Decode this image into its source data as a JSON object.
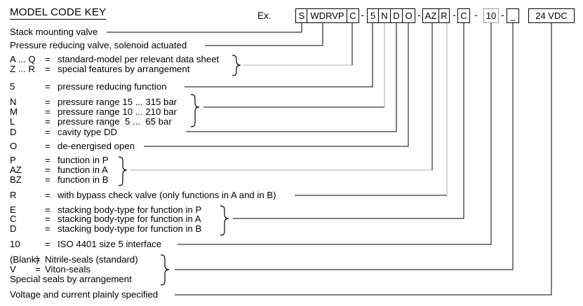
{
  "title": "MODEL CODE KEY",
  "example": {
    "label": "Ex."
  },
  "model_code": {
    "separator": "-",
    "segments": [
      "S",
      "WDRVP",
      "C",
      "5",
      "N",
      "D",
      "O",
      "AZ",
      "R",
      "C",
      "10",
      "_"
    ],
    "voltage": "24 VDC"
  },
  "legend": {
    "rows": [
      {
        "code": "",
        "eq": "",
        "desc": "Stack mounting valve"
      },
      {
        "code": "",
        "eq": "",
        "desc": "Pressure reducing valve, solenoid actuated"
      },
      {
        "code": "A ... Q",
        "eq": "=",
        "desc": "standard-model per relevant data sheet"
      },
      {
        "code": "Z ... R",
        "eq": "=",
        "desc": "special features by arrangement"
      },
      {
        "code": "5",
        "eq": "=",
        "desc": "pressure reducing function"
      },
      {
        "code": "N",
        "eq": "=",
        "desc": "pressure range 15 ... 315 bar"
      },
      {
        "code": "M",
        "eq": "=",
        "desc": "pressure range 10 ... 210 bar"
      },
      {
        "code": "L",
        "eq": "=",
        "desc": "pressure range  5 ...  65 bar"
      },
      {
        "code": "D",
        "eq": "=",
        "desc": "cavity type DD"
      },
      {
        "code": "O",
        "eq": "=",
        "desc": "de-energised open"
      },
      {
        "code": "P",
        "eq": "=",
        "desc": "function in P"
      },
      {
        "code": "AZ",
        "eq": "=",
        "desc": "function in A"
      },
      {
        "code": "BZ",
        "eq": "=",
        "desc": "function in B"
      },
      {
        "code": "R",
        "eq": "=",
        "desc": "with bypass check valve (only functions in A and in B)"
      },
      {
        "code": "E",
        "eq": "=",
        "desc": "stacking body-type for function in P"
      },
      {
        "code": "C",
        "eq": "=",
        "desc": "stacking body-type for function in A"
      },
      {
        "code": "D",
        "eq": "=",
        "desc": "stacking body-type for function in B"
      },
      {
        "code": "10",
        "eq": "=",
        "desc": "ISO 4401 size 5 interface"
      },
      {
        "code": "(Blank)",
        "eq": "=",
        "desc": "Nitrile-seals (standard)"
      },
      {
        "code": "V",
        "eq": "=",
        "desc": "Viton-seals"
      },
      {
        "code": "",
        "eq": "",
        "desc": "Special seals by arrangement"
      },
      {
        "code": "",
        "eq": "",
        "desc": "Voltage and current plainly specified"
      }
    ]
  }
}
